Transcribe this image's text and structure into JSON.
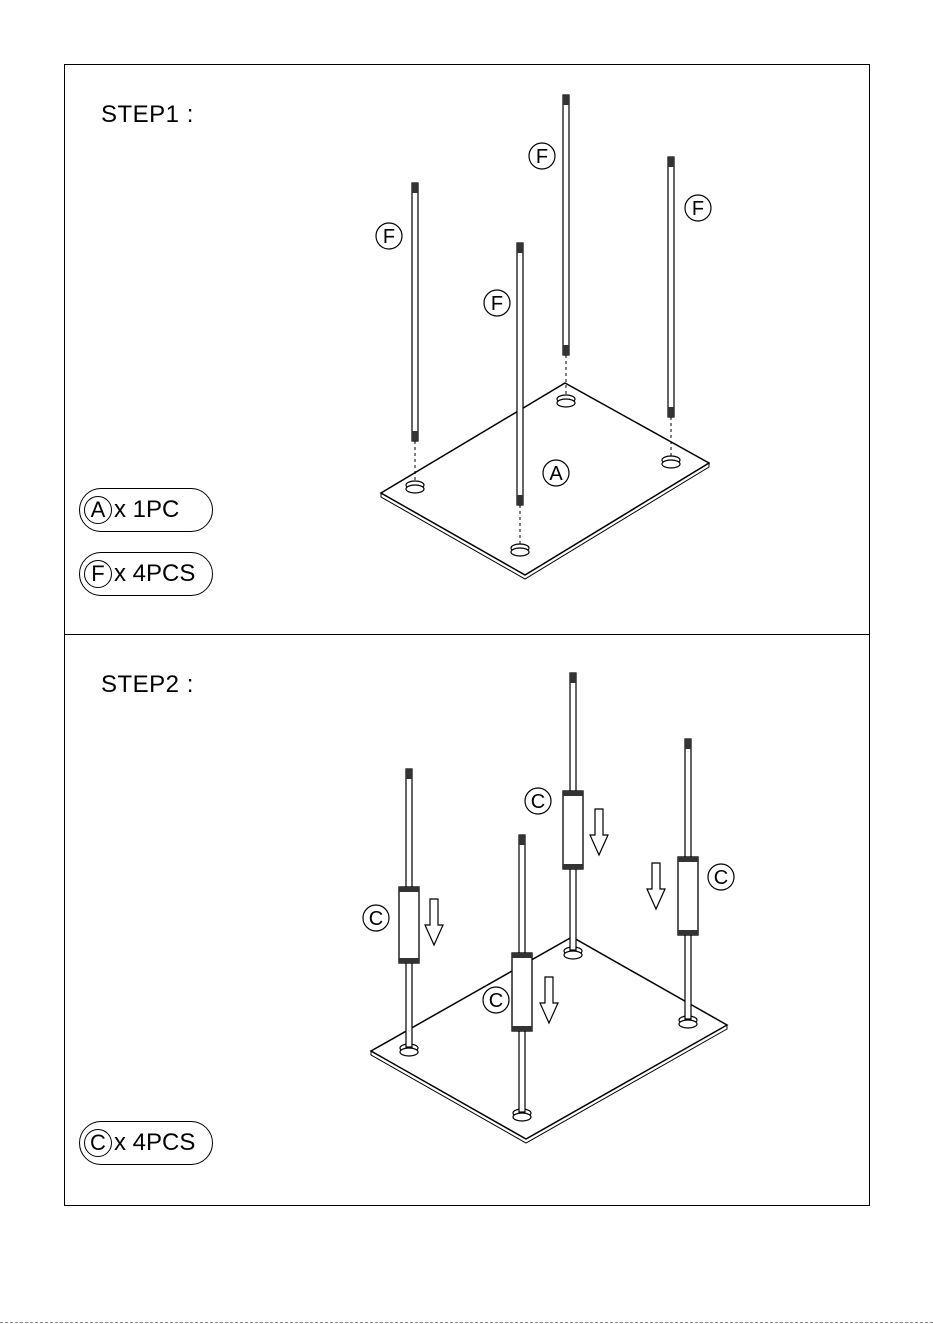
{
  "steps": [
    {
      "title": "STEP1 :",
      "parts": [
        {
          "letter": "A",
          "qty": "x 1PC"
        },
        {
          "letter": "F",
          "qty": "x 4PCS"
        }
      ],
      "callouts": {
        "rod": "F",
        "board": "A"
      }
    },
    {
      "title": "STEP2 :",
      "parts": [
        {
          "letter": "C",
          "qty": "x 4PCS"
        }
      ],
      "callouts": {
        "sleeve": "C"
      }
    }
  ]
}
